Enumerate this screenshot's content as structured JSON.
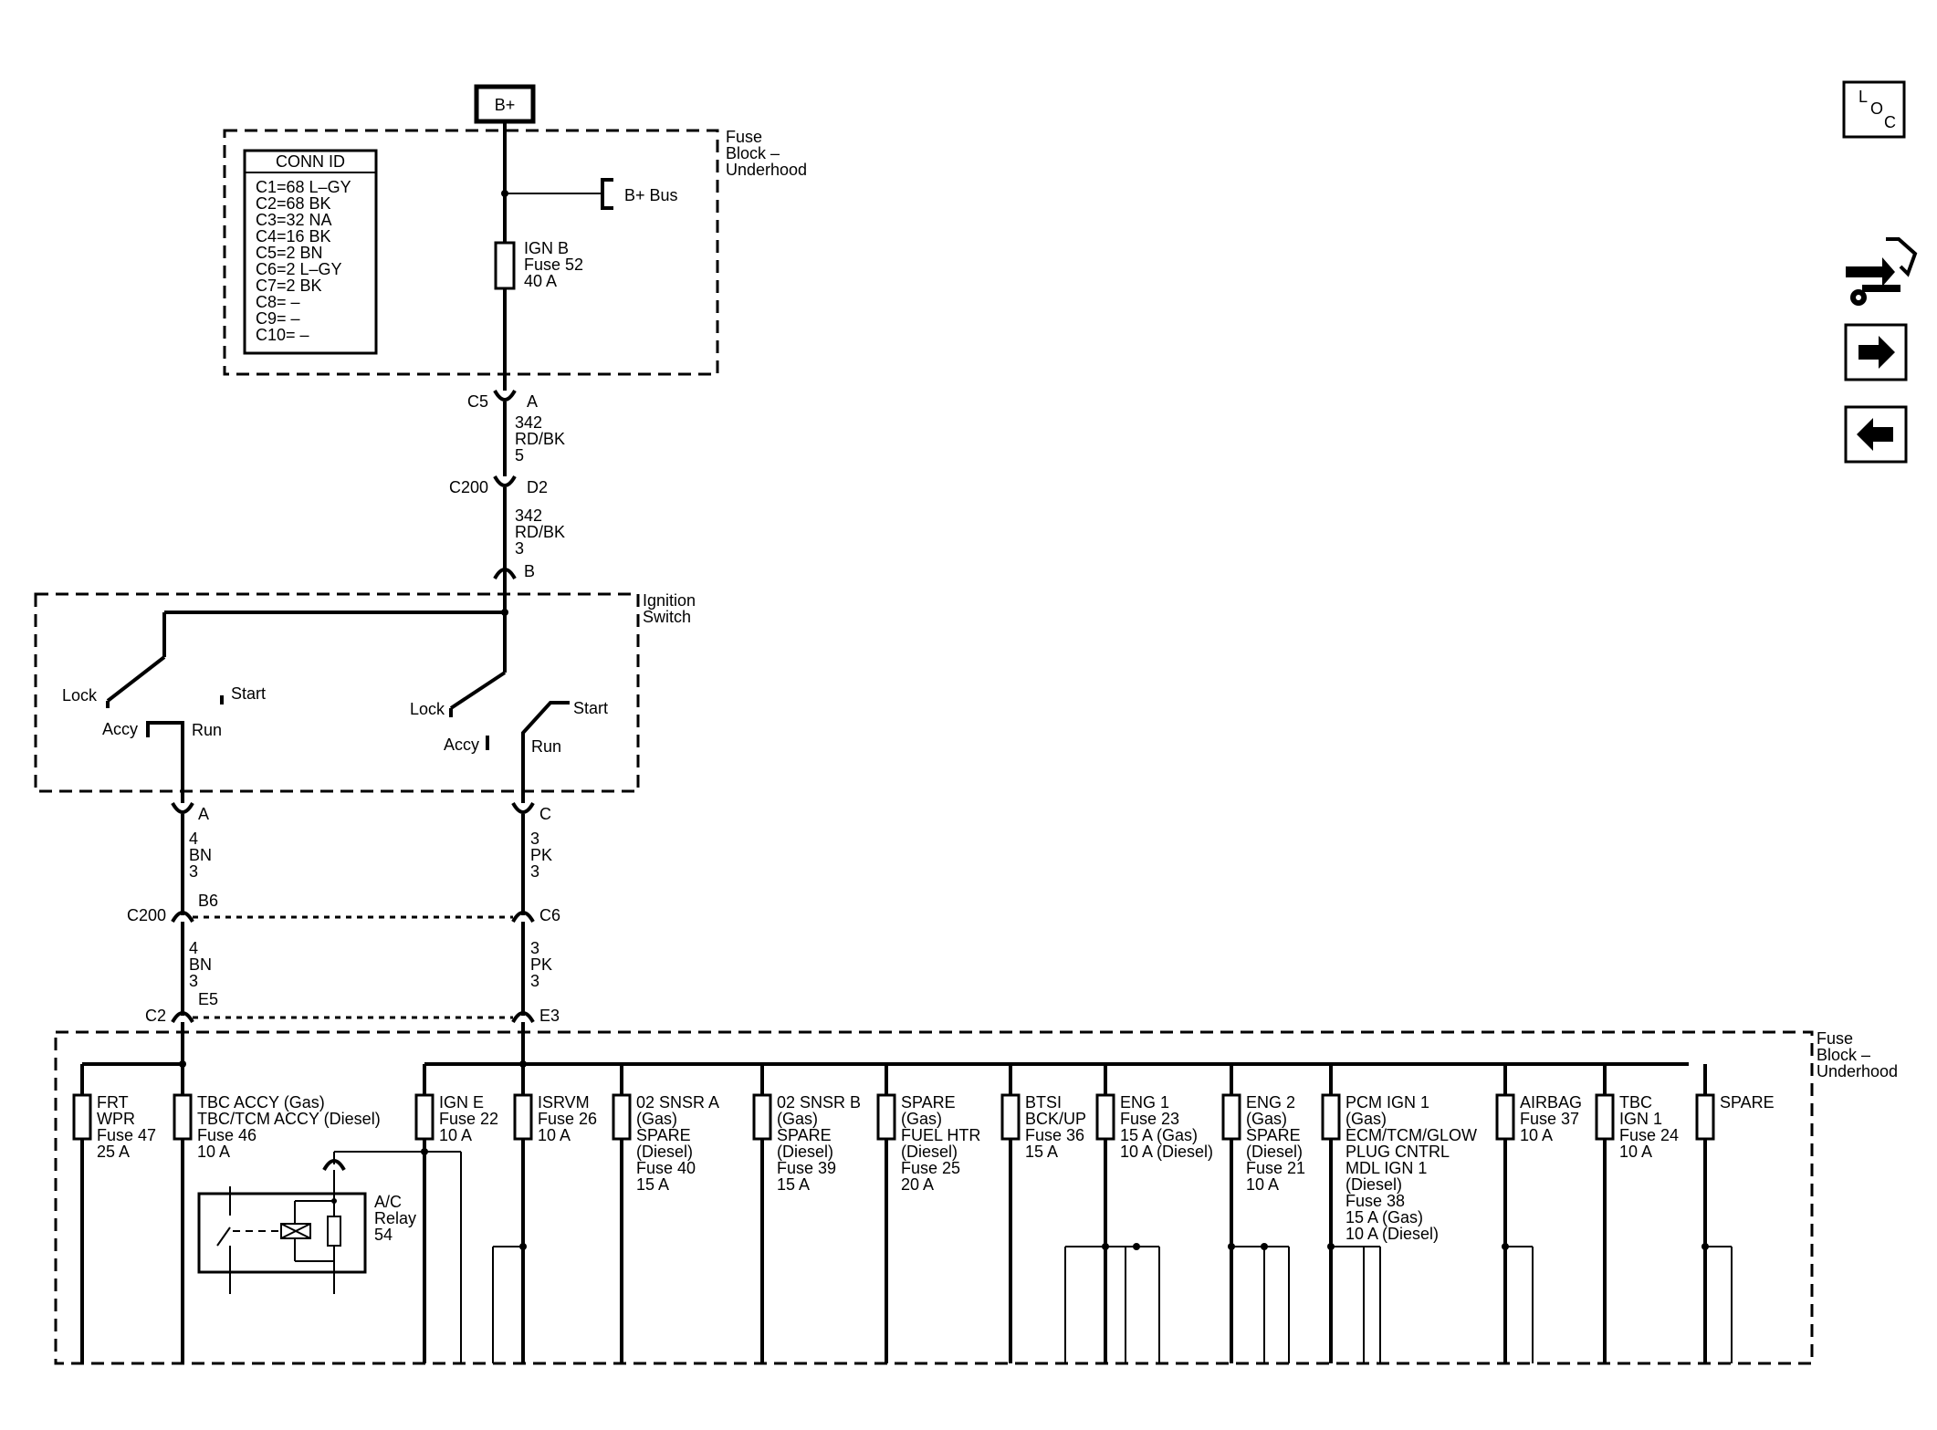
{
  "source": {
    "label": "B+"
  },
  "fuse_block_top": {
    "title_lines": [
      "Fuse",
      "Block –",
      "Underhood"
    ],
    "bus_label": "B+ Bus",
    "fuse": [
      "IGN B",
      "Fuse 52",
      "40 A"
    ],
    "conn_id": {
      "header": "CONN ID",
      "rows": [
        "C1=68 L–GY",
        "C2=68 BK",
        "C3=32 NA",
        "C4=16 BK",
        "C5=2 BN",
        "C6=2 L–GY",
        "C7=2 BK",
        "C8= –",
        "C9= –",
        "C10= –"
      ]
    }
  },
  "connectors": {
    "c5": {
      "id": "C5",
      "pin": "A"
    },
    "wire1": [
      "342",
      "RD/BK",
      "5"
    ],
    "c200_top": {
      "id": "C200",
      "pin": "D2"
    },
    "wire2": [
      "342",
      "RD/BK",
      "3"
    ],
    "sw_in": {
      "pin": "B"
    },
    "sw_out_left": {
      "pin": "A"
    },
    "sw_out_right": {
      "pin": "C"
    },
    "wire_bn1": [
      "4",
      "BN",
      "3"
    ],
    "wire_pk1": [
      "3",
      "PK",
      "3"
    ],
    "c200_bottom": {
      "id": "C200",
      "pin_left": "B6",
      "pin_right": "C6"
    },
    "wire_bn2": [
      "4",
      "BN",
      "3"
    ],
    "wire_pk2": [
      "3",
      "PK",
      "3"
    ],
    "c2": {
      "id": "C2",
      "pin_left": "E5",
      "pin_right": "E3"
    }
  },
  "ignition_switch": {
    "title_lines": [
      "Ignition",
      "Switch"
    ],
    "left": {
      "lock": "Lock",
      "start": "Start",
      "accy": "Accy",
      "run": "Run"
    },
    "right": {
      "lock": "Lock",
      "start": "Start",
      "accy": "Accy",
      "run": "Run"
    }
  },
  "fuse_block_bottom": {
    "title_lines": [
      "Fuse",
      "Block –",
      "Underhood"
    ],
    "relay": [
      "A/C",
      "Relay",
      "54"
    ],
    "fuses": [
      [
        "FRT",
        "WPR",
        "Fuse 47",
        "25 A"
      ],
      [
        "TBC ACCY (Gas)",
        "TBC/TCM ACCY (Diesel)",
        "Fuse 46",
        "10 A"
      ],
      [
        "IGN E",
        "Fuse 22",
        "10 A"
      ],
      [
        "ISRVM",
        "Fuse 26",
        "10 A"
      ],
      [
        "02 SNSR A",
        "(Gas)",
        "SPARE",
        "(Diesel)",
        "Fuse 40",
        "15 A"
      ],
      [
        "02 SNSR B",
        "(Gas)",
        "SPARE",
        "(Diesel)",
        "Fuse 39",
        "15 A"
      ],
      [
        "SPARE",
        "(Gas)",
        "FUEL HTR",
        "(Diesel)",
        "Fuse 25",
        "20 A"
      ],
      [
        "BTSI",
        "BCK/UP",
        "Fuse 36",
        "15 A"
      ],
      [
        "ENG 1",
        "Fuse 23",
        "15 A (Gas)",
        "10 A (Diesel)"
      ],
      [
        "ENG 2",
        "(Gas)",
        "SPARE",
        "(Diesel)",
        "Fuse 21",
        "10 A"
      ],
      [
        "PCM IGN 1",
        "(Gas)",
        "ECM/TCM/GLOW",
        "PLUG CNTRL",
        "MDL IGN 1",
        "(Diesel)",
        "Fuse 38",
        "15 A (Gas)",
        "10 A (Diesel)"
      ],
      [
        "AIRBAG",
        "Fuse 37",
        "10 A"
      ],
      [
        "TBC",
        "IGN 1",
        "Fuse 24",
        "10 A"
      ],
      [
        "SPARE"
      ]
    ]
  },
  "nav": {
    "loc": {
      "l": "L",
      "o": "O",
      "c": "C"
    },
    "icons": [
      "connector-tool-icon",
      "arrow-right-icon",
      "arrow-left-icon"
    ]
  }
}
